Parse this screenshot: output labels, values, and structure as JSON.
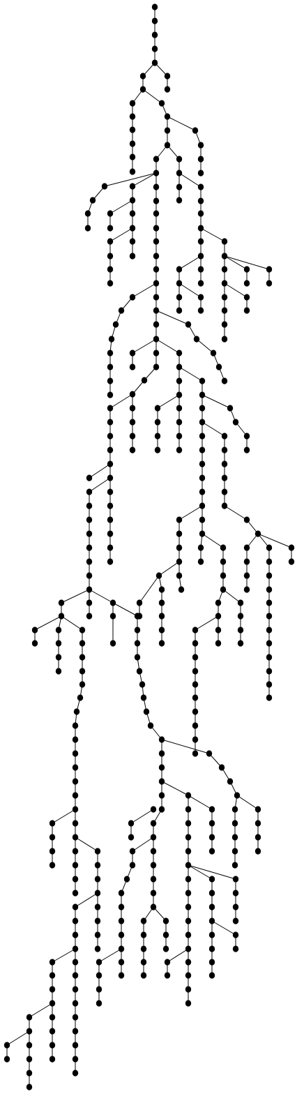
{
  "diagram": {
    "type": "tree",
    "title": "",
    "colors": {
      "node": "#000000",
      "edge": "#000000",
      "background": "#ffffff"
    },
    "root": "r",
    "edges": [
      [
        "r",
        "a1"
      ],
      [
        "a1",
        "a2"
      ],
      [
        "a2",
        "a3"
      ],
      [
        "a3",
        "a4"
      ],
      [
        "a4",
        "b1"
      ],
      [
        "a4",
        "c1"
      ],
      [
        "c1",
        "c2"
      ],
      [
        "b1",
        "d1"
      ],
      [
        "d1",
        "e1"
      ],
      [
        "d1",
        "f1"
      ],
      [
        "e1",
        "e2"
      ],
      [
        "e2",
        "e3"
      ],
      [
        "e3",
        "e4"
      ],
      [
        "e4",
        "e5"
      ],
      [
        "e5",
        "e6"
      ],
      [
        "f1",
        "g1"
      ],
      [
        "f1",
        "h1"
      ],
      [
        "h1",
        "h2"
      ],
      [
        "h2",
        "h3"
      ],
      [
        "h3",
        "h4"
      ],
      [
        "g1",
        "g2"
      ],
      [
        "g2",
        "m0"
      ],
      [
        "g2",
        "n1"
      ],
      [
        "n1",
        "n2"
      ],
      [
        "n2",
        "n3"
      ],
      [
        "n1",
        "o1"
      ],
      [
        "o1",
        "o2"
      ],
      [
        "o2",
        "o3"
      ],
      [
        "o3",
        "o4"
      ],
      [
        "o4",
        "o5"
      ],
      [
        "o5",
        "p1"
      ],
      [
        "p1",
        "p2"
      ],
      [
        "p2",
        "p3"
      ],
      [
        "p3",
        "p4"
      ],
      [
        "p4",
        "p5"
      ],
      [
        "p1",
        "q1"
      ],
      [
        "q1",
        "q2"
      ],
      [
        "q1",
        "q3"
      ],
      [
        "q1",
        "q4"
      ],
      [
        "q1",
        "q5"
      ],
      [
        "q2",
        "q6"
      ],
      [
        "q6",
        "q7"
      ],
      [
        "q7",
        "q8"
      ],
      [
        "q8",
        "q9"
      ],
      [
        "q6",
        "q10"
      ],
      [
        "q10",
        "q11"
      ],
      [
        "q3",
        "q12"
      ],
      [
        "q5",
        "q13"
      ],
      [
        "p2",
        "p6"
      ],
      [
        "p6",
        "p7"
      ],
      [
        "p7",
        "p8"
      ],
      [
        "p7",
        "p9"
      ],
      [
        "p9",
        "p10"
      ],
      [
        "m0",
        "t1"
      ],
      [
        "t1",
        "t2"
      ],
      [
        "t2",
        "t3"
      ],
      [
        "m0",
        "u1"
      ],
      [
        "u1",
        "u2"
      ],
      [
        "u1",
        "u3"
      ],
      [
        "u3",
        "u4"
      ],
      [
        "u4",
        "u5"
      ],
      [
        "u5",
        "u6"
      ],
      [
        "u3",
        "u7"
      ],
      [
        "u7",
        "u8"
      ],
      [
        "m0",
        "m1"
      ],
      [
        "m1",
        "m2"
      ],
      [
        "m2",
        "m3"
      ],
      [
        "m3",
        "m4"
      ],
      [
        "m4",
        "m5"
      ],
      [
        "m5",
        "m6"
      ],
      [
        "m6",
        "m7"
      ],
      [
        "m7",
        "m8"
      ],
      [
        "m8",
        "m9"
      ],
      [
        "m9",
        "m10"
      ],
      [
        "m10",
        "s1"
      ],
      [
        "s1",
        "s2"
      ],
      [
        "s2",
        "s3"
      ],
      [
        "s3",
        "s4"
      ],
      [
        "s4",
        "s5"
      ],
      [
        "s5",
        "s6"
      ],
      [
        "s6",
        "s7"
      ],
      [
        "s7",
        "s8"
      ],
      [
        "s8",
        "s9"
      ],
      [
        "m10",
        "m11"
      ],
      [
        "m11",
        "m12"
      ],
      [
        "m11",
        "w1"
      ],
      [
        "w1",
        "w2"
      ],
      [
        "w2",
        "w3"
      ],
      [
        "w3",
        "w4"
      ],
      [
        "w4",
        "w5"
      ],
      [
        "m12",
        "m13"
      ],
      [
        "m12",
        "x1"
      ],
      [
        "x1",
        "x2"
      ],
      [
        "m13",
        "m14"
      ],
      [
        "m14",
        "y1"
      ],
      [
        "y1",
        "y2"
      ],
      [
        "y2",
        "y3"
      ],
      [
        "y3",
        "y4"
      ],
      [
        "y4",
        "y5"
      ],
      [
        "m14",
        "m15"
      ],
      [
        "m15",
        "m16"
      ],
      [
        "m16",
        "m17"
      ],
      [
        "m17",
        "m18"
      ],
      [
        "m13",
        "z1"
      ],
      [
        "z1",
        "z2"
      ],
      [
        "z1",
        "z3"
      ],
      [
        "z3",
        "z4"
      ],
      [
        "z4",
        "z5"
      ],
      [
        "z5",
        "z6"
      ],
      [
        "z6",
        "z7"
      ],
      [
        "z2",
        "z8"
      ],
      [
        "z8",
        "z9"
      ],
      [
        "z9",
        "z10"
      ],
      [
        "z10",
        "z11"
      ],
      [
        "z11",
        "z12"
      ],
      [
        "z12",
        "z13"
      ],
      [
        "z3",
        "aa1"
      ],
      [
        "aa1",
        "aa2"
      ],
      [
        "aa2",
        "aa3"
      ],
      [
        "aa3",
        "aa4"
      ],
      [
        "aa2",
        "ab1"
      ],
      [
        "ab1",
        "ab2"
      ],
      [
        "ab2",
        "ab3"
      ],
      [
        "ab3",
        "ab4"
      ],
      [
        "z8",
        "z14"
      ],
      [
        "z14",
        "z15"
      ],
      [
        "z15",
        "z16"
      ],
      [
        "z16",
        "z17"
      ],
      [
        "z17",
        "z18"
      ],
      [
        "z18",
        "z19"
      ],
      [
        "z14",
        "z20"
      ],
      [
        "z20",
        "z21"
      ],
      [
        "z21",
        "z22"
      ],
      [
        "z22",
        "z23"
      ],
      [
        "z23",
        "z24"
      ],
      [
        "z24",
        "z25"
      ],
      [
        "z25",
        "z26"
      ],
      [
        "z26",
        "z27"
      ],
      [
        "z27",
        "z28"
      ],
      [
        "z20",
        "ac1"
      ],
      [
        "ac1",
        "ac2"
      ],
      [
        "ac1",
        "ac3"
      ],
      [
        "ac3",
        "ac4"
      ],
      [
        "ac4",
        "ac5"
      ],
      [
        "ac5",
        "ac6"
      ],
      [
        "ac6",
        "ac7"
      ],
      [
        "ac7",
        "ac8"
      ],
      [
        "ac8",
        "ac9"
      ],
      [
        "ac9",
        "ac10"
      ],
      [
        "ac10",
        "ac11"
      ],
      [
        "ac11",
        "ac12"
      ],
      [
        "ac12",
        "ac13"
      ],
      [
        "ac13",
        "ac14"
      ],
      [
        "ac14",
        "ac15"
      ],
      [
        "ac15",
        "ac16"
      ],
      [
        "ac16",
        "ac17"
      ],
      [
        "ac11",
        "ad1"
      ],
      [
        "ad1",
        "ad2"
      ],
      [
        "ad2",
        "ad3"
      ],
      [
        "ad3",
        "ad4"
      ],
      [
        "ad4",
        "ad5"
      ],
      [
        "ad1",
        "ad6"
      ],
      [
        "ad6",
        "ad7"
      ],
      [
        "ad7",
        "ad8"
      ],
      [
        "ad8",
        "ad9"
      ],
      [
        "ad9",
        "ad10"
      ],
      [
        "ad10",
        "ad11"
      ],
      [
        "ad11",
        "ad12"
      ],
      [
        "ad12",
        "ad13"
      ],
      [
        "ad13",
        "ad14"
      ],
      [
        "ad14",
        "ad15"
      ]
    ]
  }
}
